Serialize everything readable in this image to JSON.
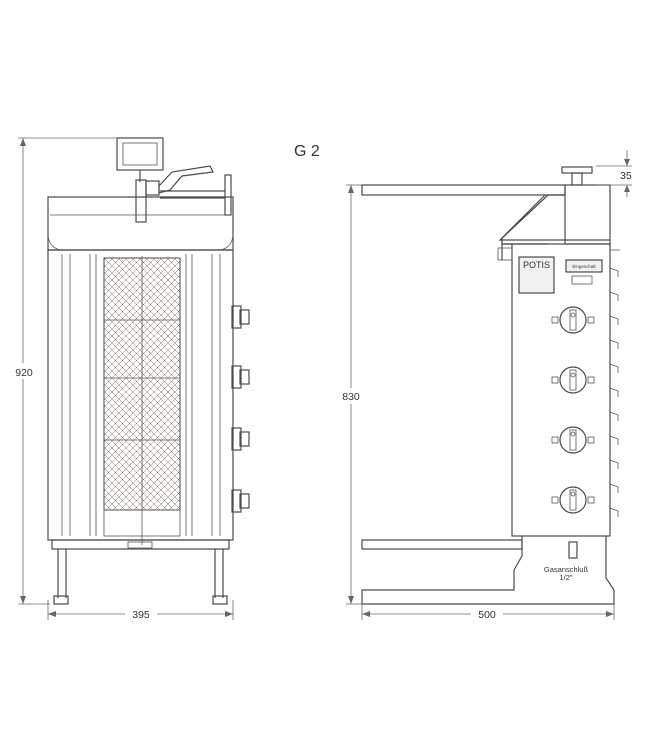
{
  "model_label": "G 2",
  "brand": {
    "logo_text": "POTIS",
    "badge_text": "Eingeschalt"
  },
  "connection": {
    "line1": "Gasanschluß",
    "line2": "1/2\""
  },
  "dimensions": {
    "front_height": "920",
    "front_width": "395",
    "side_height": "830",
    "side_depth": "500",
    "top_offset": "35"
  },
  "colors": {
    "line": "#4a4a4a",
    "panel": "#f1f1f1",
    "mesh": "#7d6b60"
  }
}
